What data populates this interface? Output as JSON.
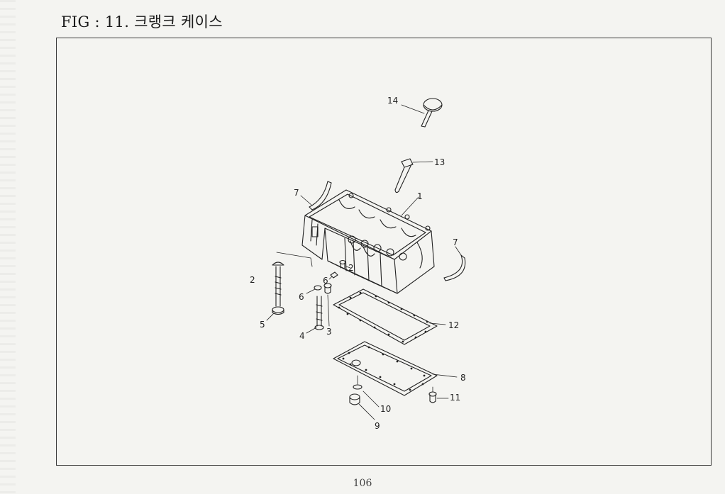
{
  "page": {
    "title": "FIG : 11. 크랭크 케이스",
    "page_number": "106"
  },
  "callouts": [
    {
      "id": "c1",
      "label": "1"
    },
    {
      "id": "c2a",
      "label": "2"
    },
    {
      "id": "c2b",
      "label": "2"
    },
    {
      "id": "c3",
      "label": "3"
    },
    {
      "id": "c4",
      "label": "4"
    },
    {
      "id": "c5",
      "label": "5"
    },
    {
      "id": "c6a",
      "label": "6"
    },
    {
      "id": "c6b",
      "label": "6"
    },
    {
      "id": "c7a",
      "label": "7"
    },
    {
      "id": "c7b",
      "label": "7"
    },
    {
      "id": "c8",
      "label": "8"
    },
    {
      "id": "c9",
      "label": "9"
    },
    {
      "id": "c10",
      "label": "10"
    },
    {
      "id": "c11",
      "label": "11"
    },
    {
      "id": "c12",
      "label": "12"
    },
    {
      "id": "c13",
      "label": "13"
    },
    {
      "id": "c14",
      "label": "14"
    }
  ],
  "colors": {
    "paper": "#f4f4f1",
    "ink": "#222222"
  }
}
